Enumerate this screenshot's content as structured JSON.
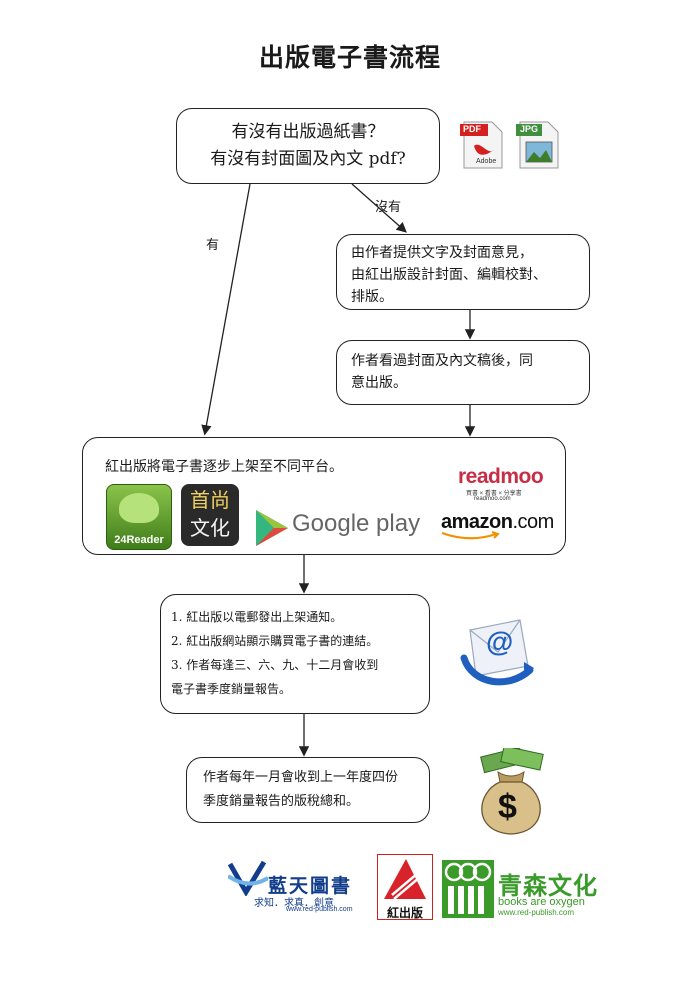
{
  "title": "出版電子書流程",
  "start_box": {
    "line1": "有沒有出版過紙書？",
    "line2": "有沒有封面圖及內文 pdf?"
  },
  "file_icons": {
    "pdf_label": "PDF",
    "pdf_brand": "Adobe",
    "jpg_label": "JPG"
  },
  "branches": {
    "yes_label": "有",
    "no_label": "沒有"
  },
  "step_design": {
    "line1": "由作者提供文字及封面意見，",
    "line2": "由紅出版設計封面、編輯校對、",
    "line3": "排版。"
  },
  "step_approve": {
    "line1": "作者看過封面及內文稿後，同",
    "line2": "意出版。"
  },
  "step_platforms": {
    "text": "紅出版將電子書逐步上架至不同平台。",
    "logos": {
      "reader24": "24Reader",
      "shoushang_l1": "首尚",
      "shoushang_l2": "文化",
      "google_play": "Google play",
      "readmoo": "readmoo",
      "readmoo_tagline": "買書 × 看書 × 分享書",
      "readmoo_url": "readmoo.com",
      "amazon": "amazon",
      "amazon_suffix": ".com"
    }
  },
  "step_notify": {
    "item1": "1. 紅出版以電郵發出上架通知。",
    "item2": "2. 紅出版網站顯示購買電子書的連結。",
    "item3": "3. 作者每逢三、六、九、十二月會收到",
    "item3b": "電子書季度銷量報告。",
    "email_symbol": "@"
  },
  "step_royalty": {
    "line1": "作者每年一月會收到上一年度四份",
    "line2": "季度銷量報告的版稅總和。",
    "money_symbol": "$"
  },
  "footer": {
    "blue_sky_name": "藍天圖書",
    "blue_sky_slogan": "求知．求真．創意",
    "blue_sky_url": "www.red-publish.com",
    "red_name": "紅出版",
    "green_name": "青森文化",
    "green_slogan": "books are oxygen",
    "green_url": "www.red-publish.com"
  },
  "colors": {
    "red_brand": "#c92d45",
    "blue_brand": "#123d8c",
    "green_brand": "#3a9a2a"
  }
}
